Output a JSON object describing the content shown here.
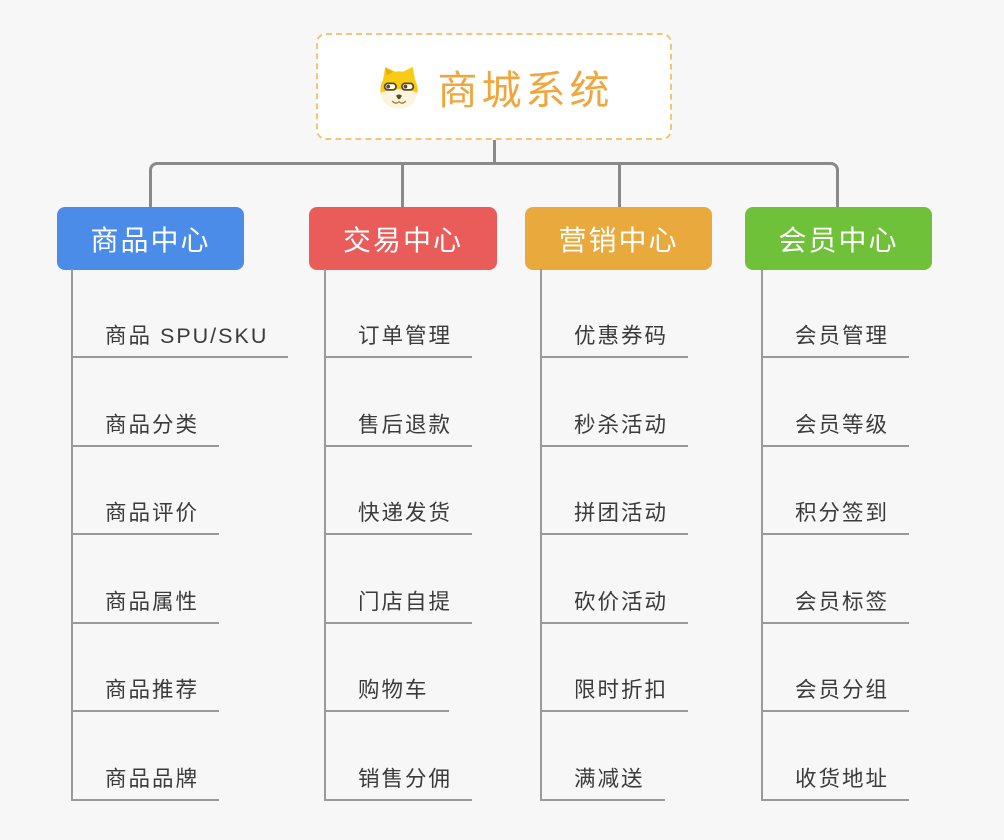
{
  "root": {
    "title": "商城系统",
    "icon": "dog-face-icon"
  },
  "branches": [
    {
      "label": "商品中心",
      "color": "#4a8ce8",
      "items": [
        "商品 SPU/SKU",
        "商品分类",
        "商品评价",
        "商品属性",
        "商品推荐",
        "商品品牌"
      ]
    },
    {
      "label": "交易中心",
      "color": "#e95c5a",
      "items": [
        "订单管理",
        "售后退款",
        "快递发货",
        "门店自提",
        "购物车",
        "销售分佣"
      ]
    },
    {
      "label": "营销中心",
      "color": "#e9a93c",
      "items": [
        "优惠券码",
        "秒杀活动",
        "拼团活动",
        "砍价活动",
        "限时折扣",
        "满减送"
      ]
    },
    {
      "label": "会员中心",
      "color": "#6ec138",
      "items": [
        "会员管理",
        "会员等级",
        "积分签到",
        "会员标签",
        "会员分组",
        "收货地址"
      ]
    }
  ],
  "colors": {
    "background": "#f7f7f7",
    "connector": "#8a8a8a",
    "spine": "#9a9a9a",
    "underline": "#9a9a9a",
    "item_text": "#3b3b3b",
    "branch_text": "#ffffff",
    "root_border": "#f6c473",
    "root_title": "#f0a63c"
  }
}
